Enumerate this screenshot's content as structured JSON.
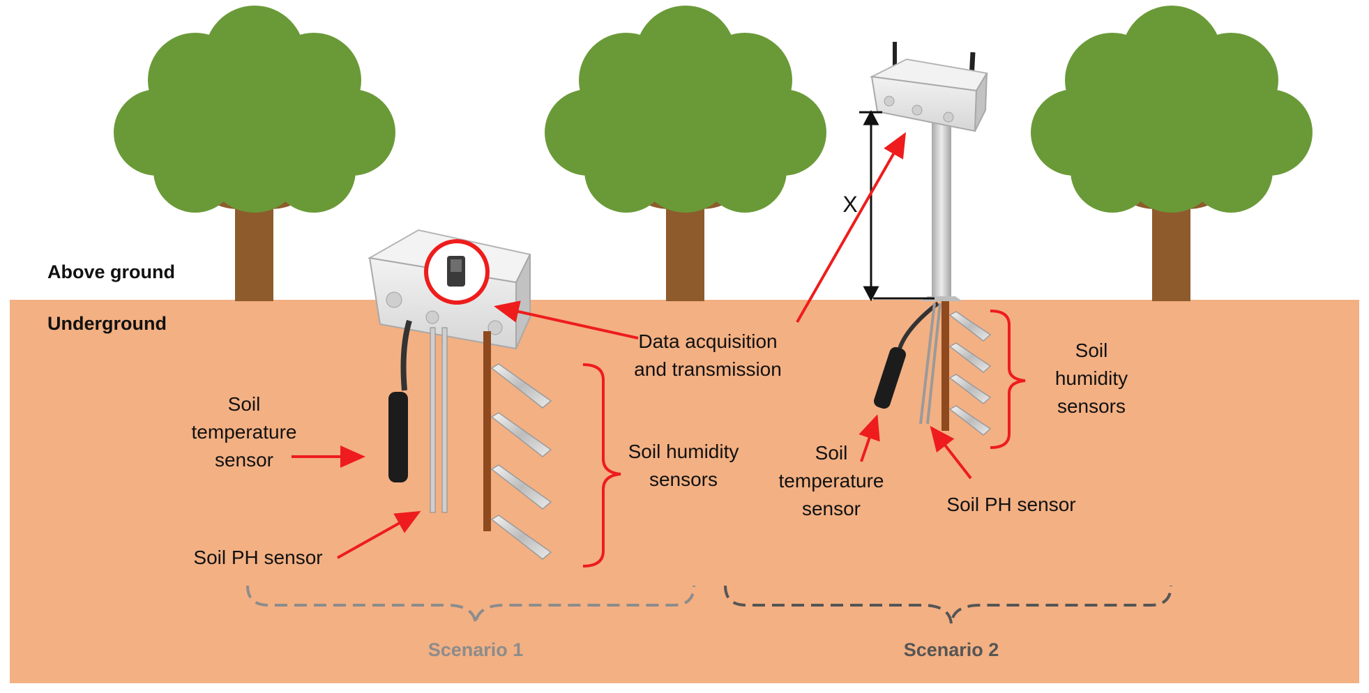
{
  "labels": {
    "above_ground": "Above ground",
    "underground": "Underground",
    "data_acq_line1": "Data acquisition",
    "data_acq_line2": "and transmission",
    "s1_temp_1": "Soil",
    "s1_temp_2": "temperature",
    "s1_temp_3": "sensor",
    "s1_ph": "Soil PH sensor",
    "s1_hum_1": "Soil humidity",
    "s1_hum_2": "sensors",
    "s2_hum_1": "Soil",
    "s2_hum_2": "humidity",
    "s2_hum_3": "sensors",
    "s2_temp_1": "Soil",
    "s2_temp_2": "temperature",
    "s2_temp_3": "sensor",
    "s2_ph": "Soil PH sensor",
    "x_mark": "X"
  },
  "scenarios": {
    "scenario1": "Scenario 1",
    "scenario2": "Scenario 2"
  },
  "colors": {
    "soil": "#F3B083",
    "tree_crown": "#6A9A38",
    "tree_trunk": "#8E5B2C",
    "arrow": "#EE1C1C",
    "scenario1": "#8C8C8C",
    "scenario2": "#555555",
    "enclosure": "#E4E4E4",
    "pole": "#C9C9C9"
  }
}
